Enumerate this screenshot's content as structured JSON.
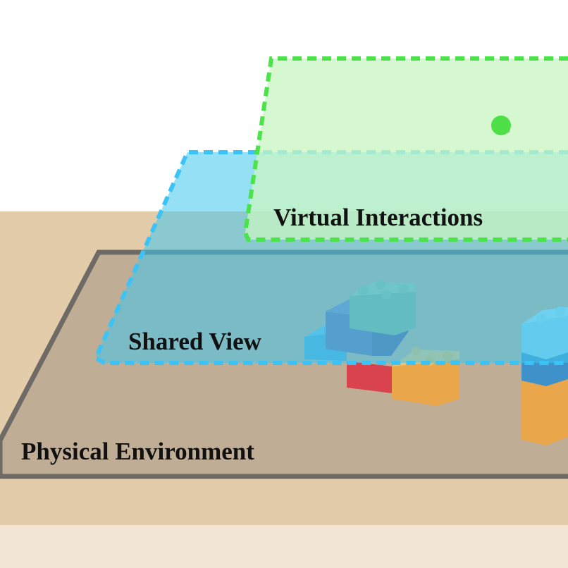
{
  "labels": {
    "physical": "Physical Environment",
    "shared": "Shared View",
    "virtual": "Virtual Interactions"
  },
  "colors": {
    "table_top": "#e3ccaa",
    "table_bottom": "#f2e5d3",
    "physical_fill": "#c0ad95",
    "physical_border": "#6e6a66",
    "shared_fill": "#3fc6ec",
    "shared_border": "#3cc3f5",
    "virtual_fill": "#c8f5c2",
    "virtual_border": "#4ae34a",
    "marker": "#4ee046"
  },
  "icons": [
    "lego-brick-icon",
    "interaction-point-marker"
  ]
}
